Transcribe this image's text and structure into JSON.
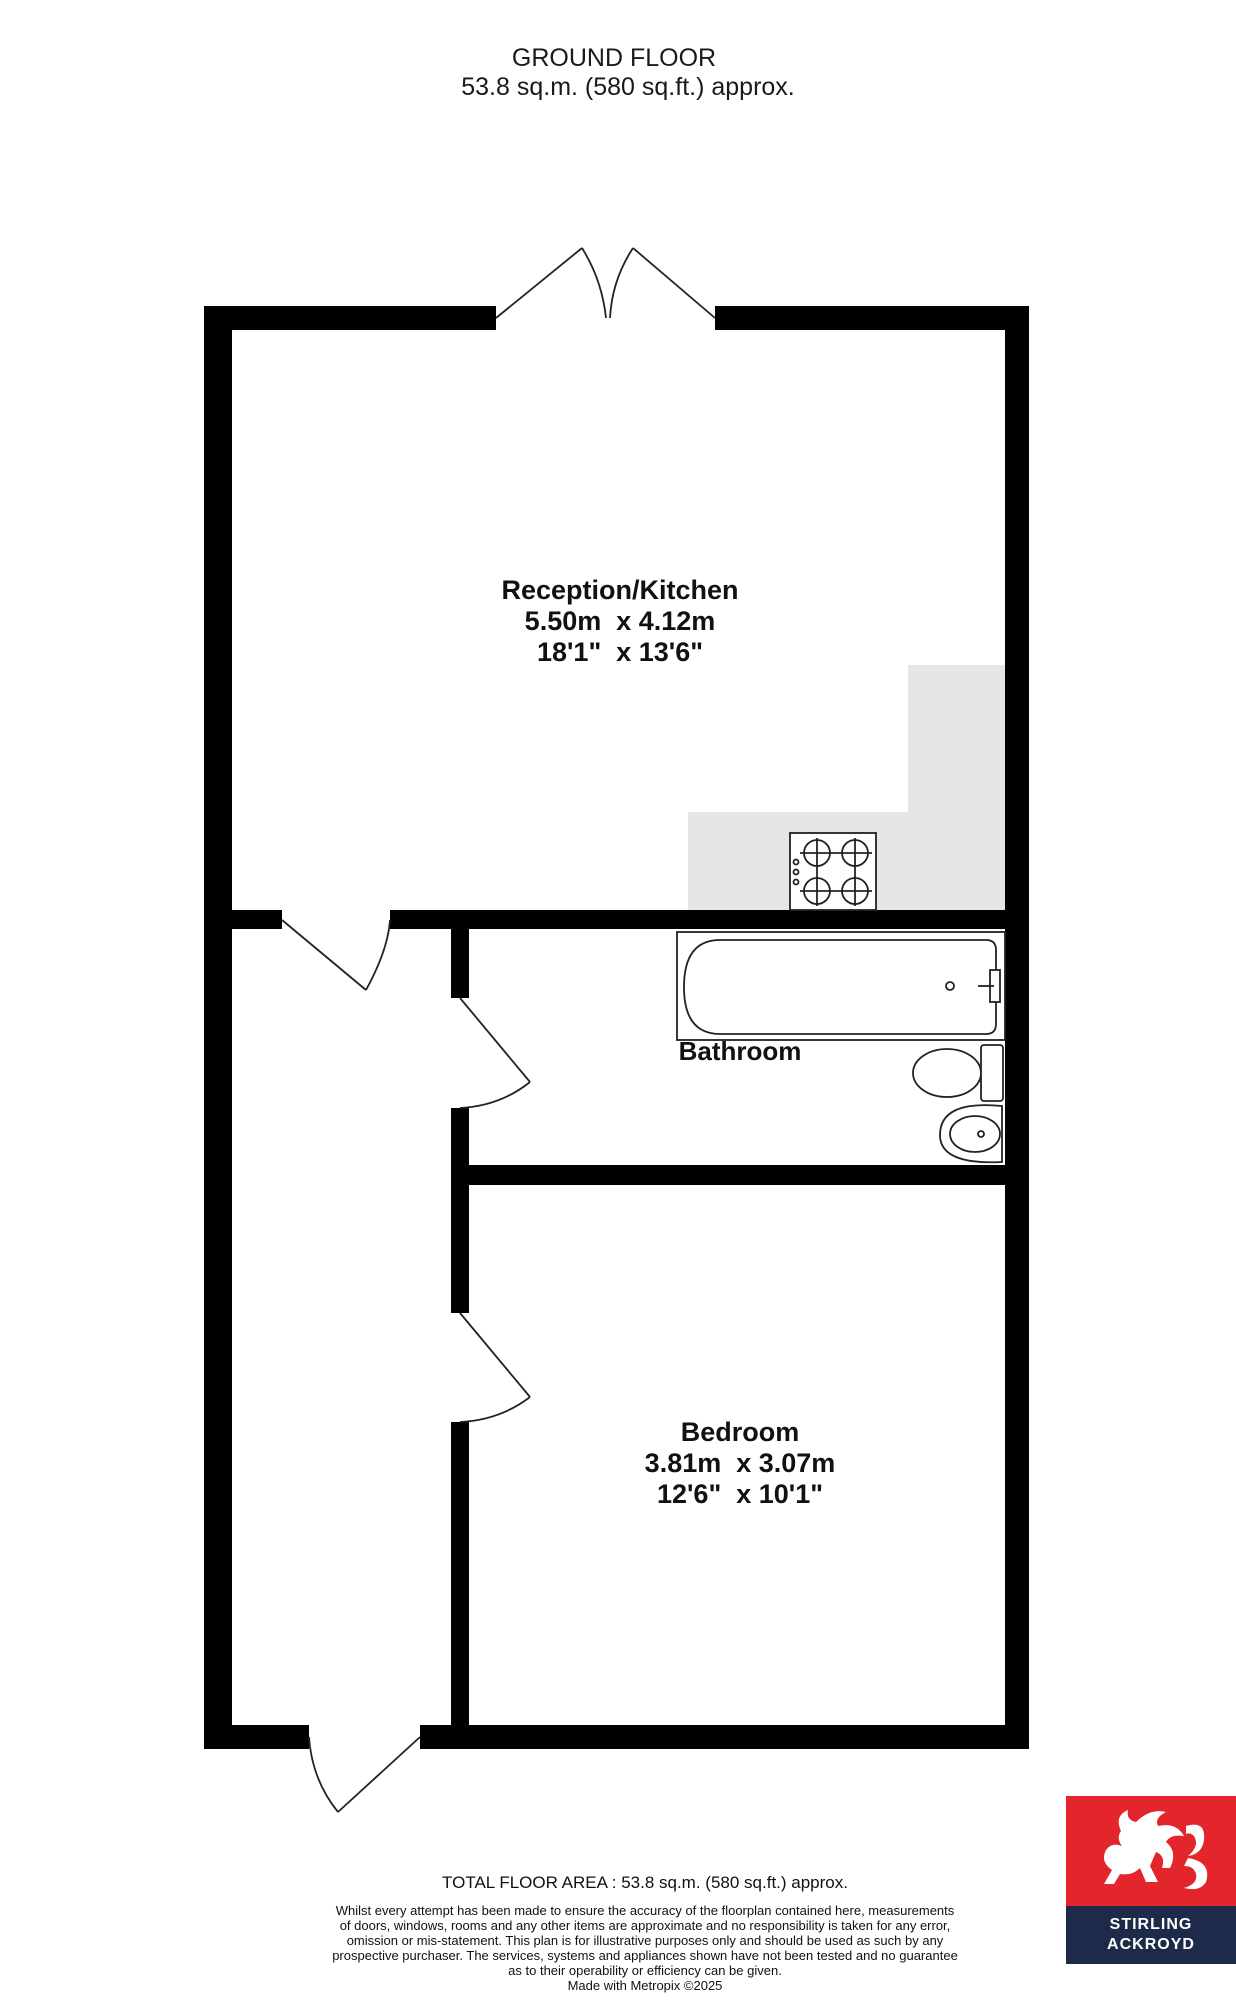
{
  "header": {
    "floor_name": "GROUND FLOOR",
    "floor_area": "53.8 sq.m. (580 sq.ft.) approx."
  },
  "rooms": {
    "reception_kitchen": {
      "name": "Reception/Kitchen",
      "metric": "5.50m  x 4.12m",
      "imperial": "18'1\"  x 13'6\""
    },
    "bathroom": {
      "name": "Bathroom"
    },
    "bedroom": {
      "name": "Bedroom",
      "metric": "3.81m  x 3.07m",
      "imperial": "12'6\"  x 10'1\""
    }
  },
  "footer": {
    "total_area": "TOTAL FLOOR AREA : 53.8 sq.m. (580 sq.ft.) approx.",
    "disclaimer_lines": [
      "Whilst every attempt has been made to ensure the accuracy of the floorplan contained here, measurements",
      "of doors, windows, rooms and any other items are approximate and no responsibility is taken for any error,",
      "omission or mis-statement. This plan is for illustrative purposes only and should be used as such by any",
      "prospective purchaser. The services, systems and appliances shown have not been tested and no guarantee",
      "as to their operability or efficiency can be given.",
      "Made with Metropix ©2025"
    ]
  },
  "logo": {
    "line1": "STIRLING",
    "line2": "ACKROYD",
    "icon": "griffin-icon",
    "colors": {
      "red": "#e3262b",
      "navy": "#1d2a4a"
    }
  },
  "colors": {
    "wall": "#000000",
    "worktop": "#e6e6e6",
    "fixture_stroke": "#222222"
  }
}
